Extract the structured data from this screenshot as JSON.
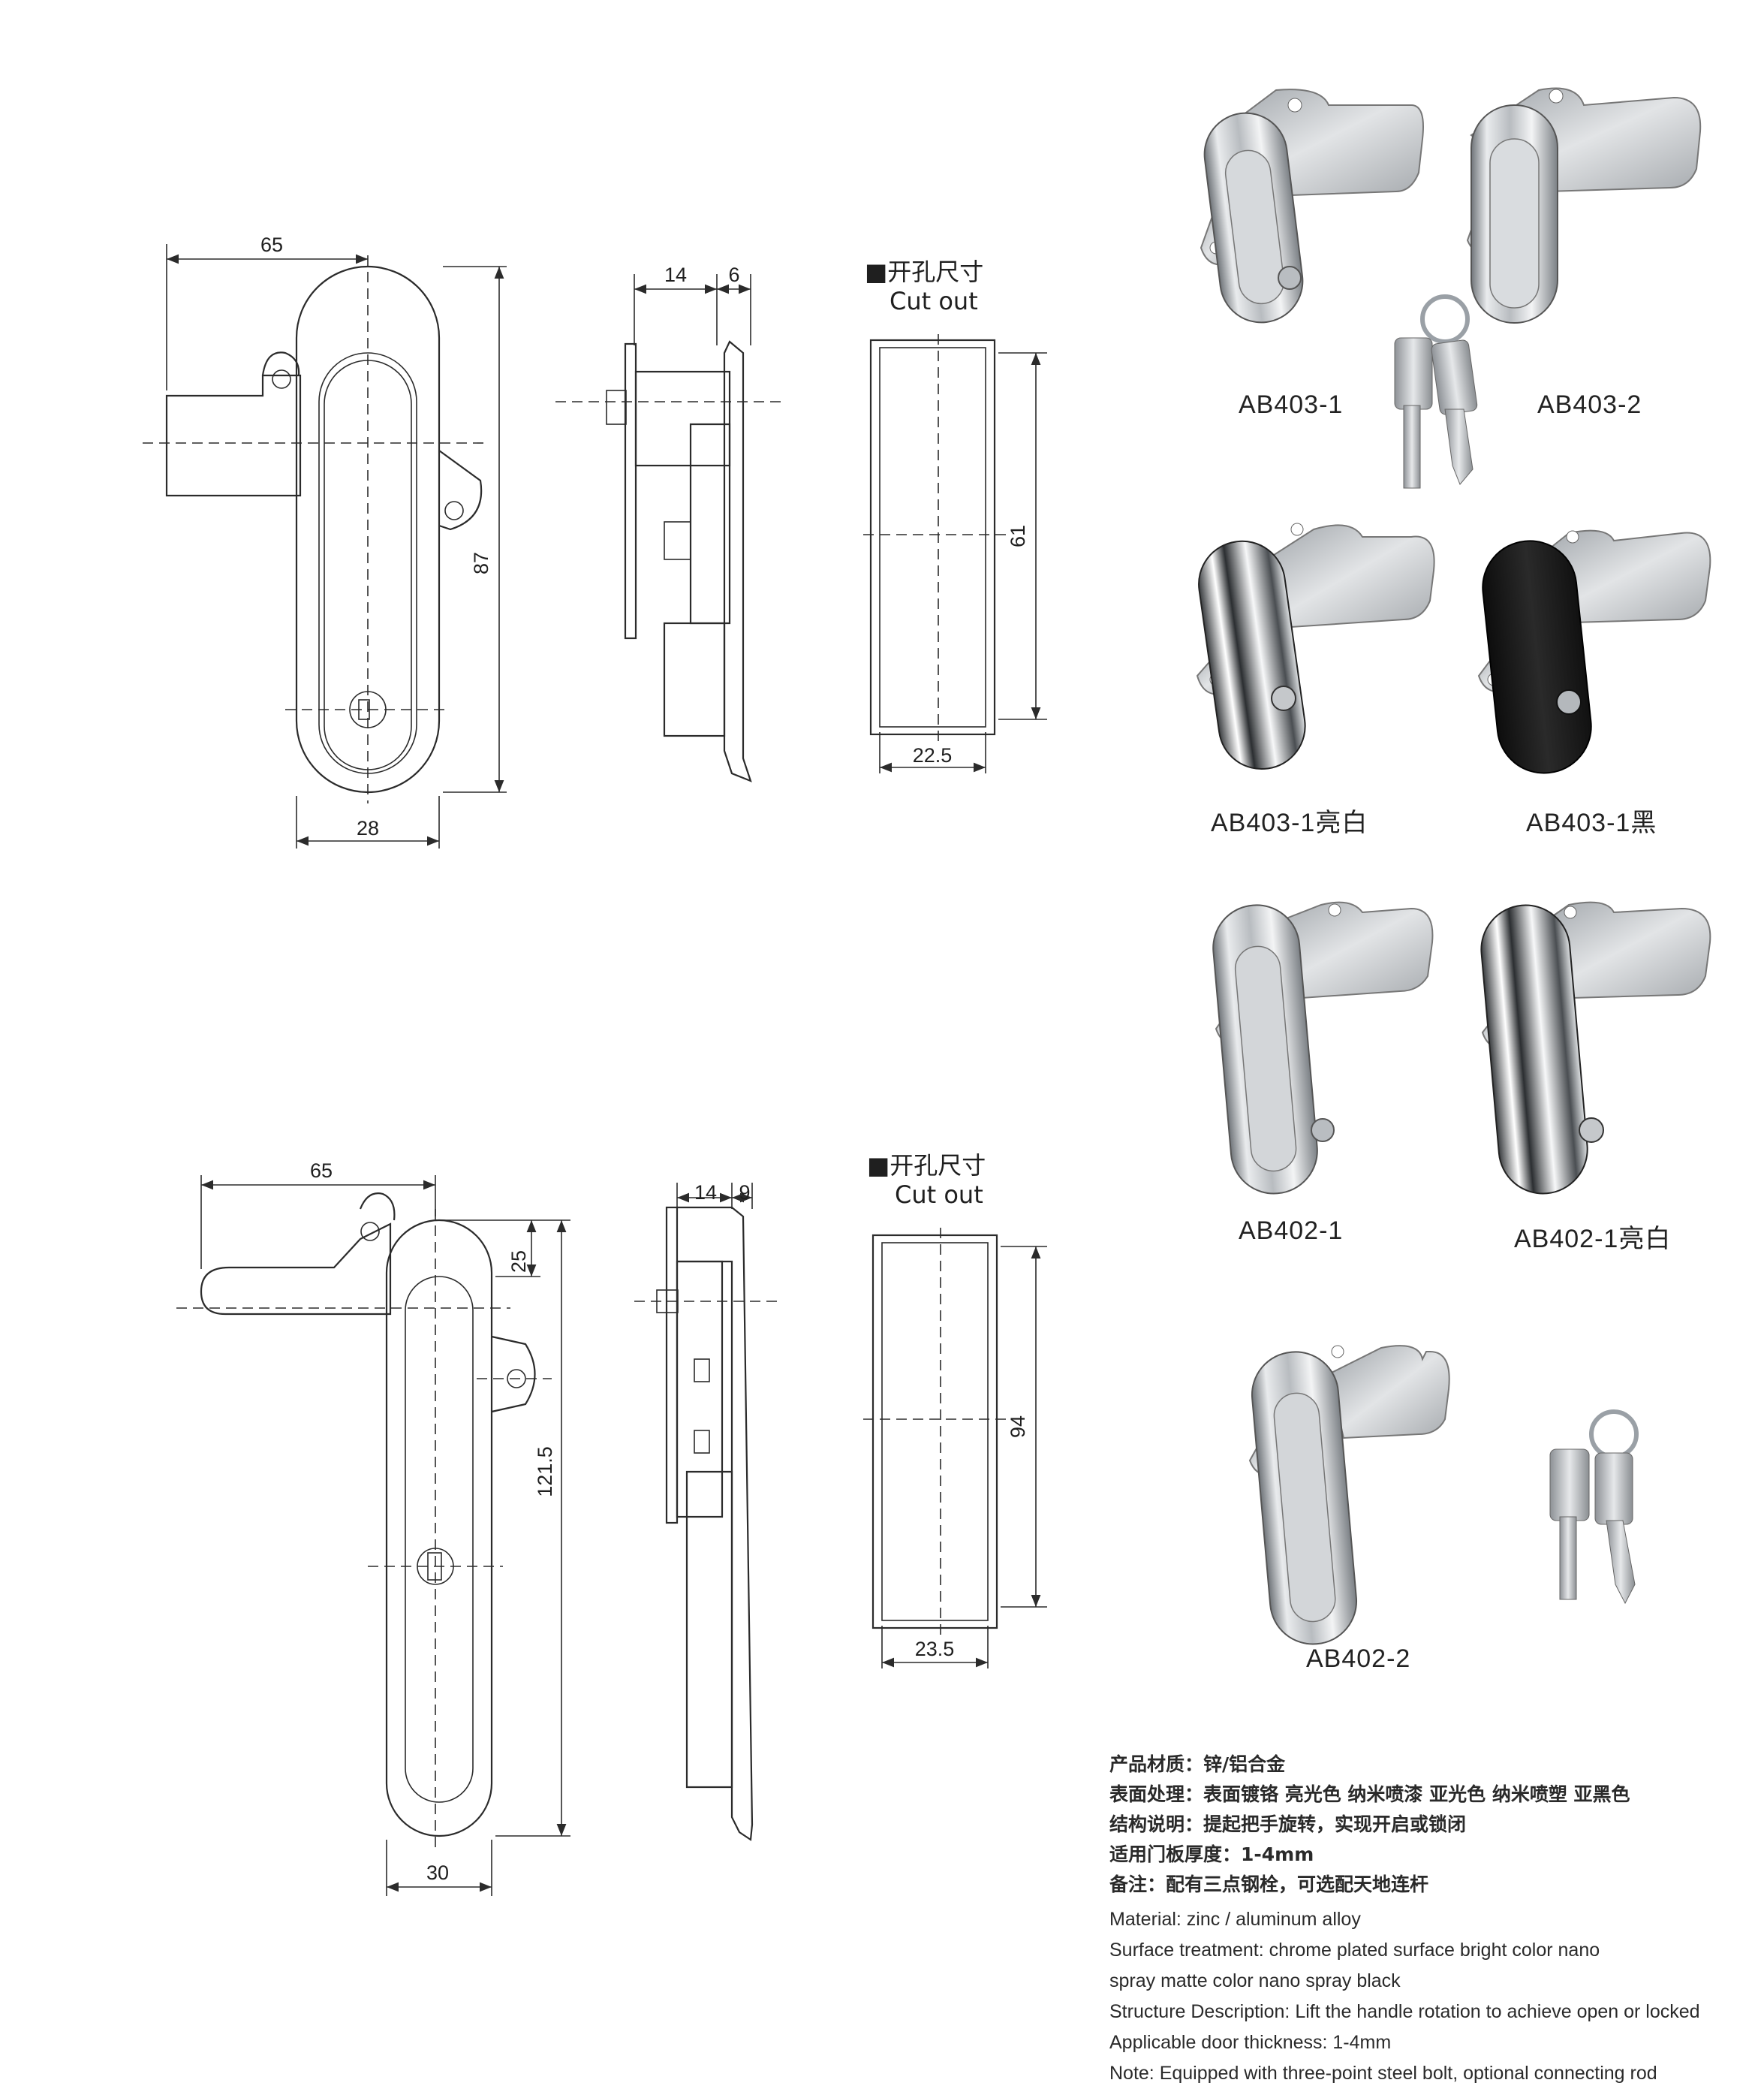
{
  "drawings": {
    "top": {
      "front_width": "65",
      "front_height": "87",
      "front_bottom": "28",
      "side_a": "14",
      "side_b": "6",
      "cutout_title_cn": "■开孔尺寸",
      "cutout_title_en": "Cut out",
      "cutout_height": "61",
      "cutout_width": "22.5"
    },
    "bottom": {
      "front_width": "65",
      "front_top_offset": "25",
      "front_height": "121.5",
      "front_bottom": "30",
      "side_a": "14",
      "side_b": "9",
      "cutout_title_cn": "■开孔尺寸",
      "cutout_title_en": "Cut out",
      "cutout_height": "94",
      "cutout_width": "23.5"
    }
  },
  "products": [
    {
      "label": "AB403-1",
      "finish": "chrome"
    },
    {
      "label": "AB403-2",
      "finish": "chrome"
    },
    {
      "label": "AB403-1亮白",
      "finish": "bright"
    },
    {
      "label": "AB403-1黑",
      "finish": "black"
    },
    {
      "label": "AB402-1",
      "finish": "chrome"
    },
    {
      "label": "AB402-1亮白",
      "finish": "bright"
    },
    {
      "label": "AB402-2",
      "finish": "chrome"
    }
  ],
  "specs_cn": [
    "产品材质：锌/铝合金",
    "表面处理：表面镀铬 亮光色 纳米喷漆 亚光色 纳米喷塑 亚黑色",
    "结构说明：提起把手旋转，实现开启或锁闭",
    "适用门板厚度：1-4mm",
    "备注：配有三点钢栓，可选配天地连杆"
  ],
  "specs_en": [
    "Material: zinc / aluminum alloy",
    "Surface treatment: chrome plated surface bright color nano",
    "spray matte color nano spray black",
    "Structure Description: Lift the handle rotation to achieve open or locked",
    "Applicable door thickness: 1-4mm",
    "Note: Equipped with three-point steel bolt, optional connecting rod"
  ],
  "colors": {
    "chrome": "#c9ccd0",
    "chrome_dark": "#7d8287",
    "bright": "#e4e6e8",
    "black": "#1c1c1c",
    "line": "#2b2b2b"
  }
}
